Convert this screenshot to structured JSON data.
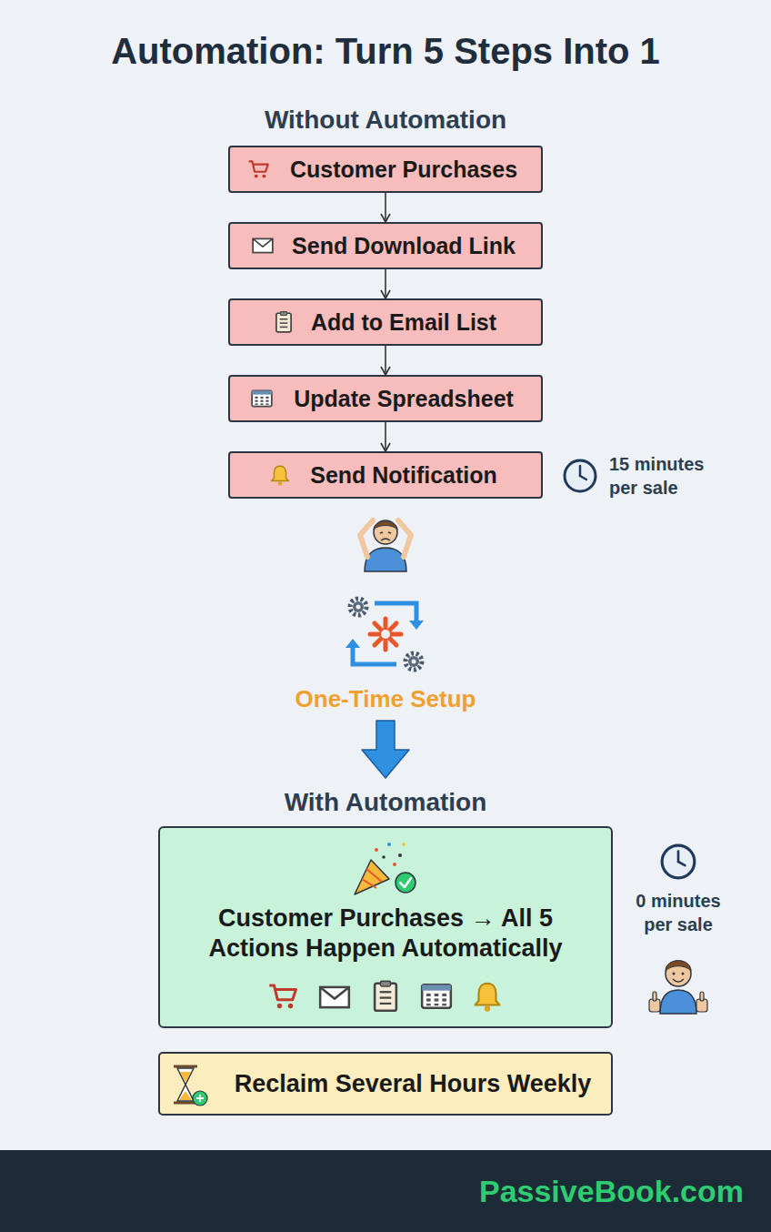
{
  "diagram": {
    "title": "Automation: Turn 5 Steps Into 1",
    "nodes": [
      {
        "text": [
          "Customer Purchases"
        ]
      },
      {
        "text": [
          "Send Download Link"
        ]
      },
      {
        "text": [
          "Add to Email List"
        ]
      },
      {
        "text": [
          "Update Spreadsheet"
        ]
      },
      {
        "text": [
          "Send Notification"
        ]
      },
      {
        "text": [
          "Customer Purchases → All 5 Actions Happen Automatically"
        ]
      },
      {
        "text": [
          "Reclaim Several Hours Weekly"
        ]
      },
      {
        "text": [
          "PassiveBook.com"
        ]
      }
    ],
    "edges": [
      {
        "from": 0,
        "to": 1,
        "arrow": "to"
      },
      {
        "from": 1,
        "to": 2,
        "arrow": "to"
      },
      {
        "from": 2,
        "to": 3,
        "arrow": "to"
      },
      {
        "from": 3,
        "to": 4,
        "arrow": "to"
      }
    ],
    "labels": [
      "Without Automation",
      "15 minutes per sale",
      "One-Time Setup",
      "With Automation",
      "0 minutes per sale"
    ]
  }
}
